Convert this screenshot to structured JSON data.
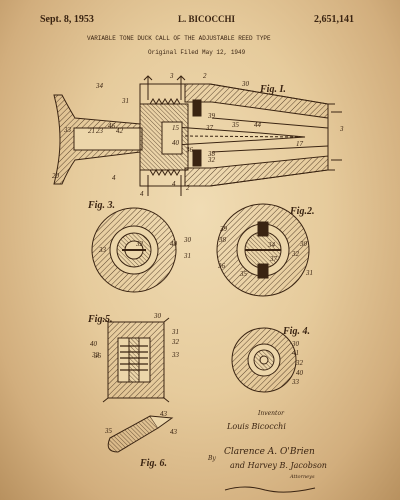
{
  "header": {
    "date": "Sept. 8, 1953",
    "inventor_header": "L. BICOCCHI",
    "patent_number": "2,651,141",
    "title": "VARIABLE TONE DUCK CALL OF THE ADJUSTABLE REED TYPE",
    "filed": "Original Filed May 12, 1949"
  },
  "figures": {
    "fig1": "Fig. I.",
    "fig2": "Fig.2.",
    "fig3": "Fig. 3.",
    "fig4": "Fig. 4.",
    "fig5": "Fig.5.",
    "fig6": "Fig. 6."
  },
  "ref_numerals": {
    "fig1": [
      "34",
      "31",
      "3",
      "2",
      "30",
      "39",
      "37",
      "35",
      "44",
      "38",
      "32",
      "3",
      "17",
      "33",
      "21",
      "23",
      "46",
      "42",
      "15",
      "40",
      "36",
      "20",
      "4",
      "4",
      "2",
      "4"
    ],
    "fig3": [
      "33",
      "32",
      "40",
      "30",
      "31"
    ],
    "fig2": [
      "39",
      "38",
      "30",
      "36",
      "34",
      "37",
      "32",
      "35",
      "31"
    ],
    "fig5": [
      "30",
      "31",
      "32",
      "40",
      "36",
      "33",
      "32"
    ],
    "fig4": [
      "41",
      "30",
      "32",
      "40",
      "33"
    ],
    "fig6": [
      "43",
      "35",
      "43"
    ]
  },
  "footer": {
    "inventor_label": "Inventor",
    "inventor_name": "Louis Bicocchi",
    "by": "By",
    "attorney_1": "Clarence A. O'Brien",
    "attorney_2": "and Harvey B. Jacobson",
    "attorneys_label": "Attorneys"
  },
  "colors": {
    "paper": "#e8cfa3",
    "ink": "#3a2412"
  }
}
